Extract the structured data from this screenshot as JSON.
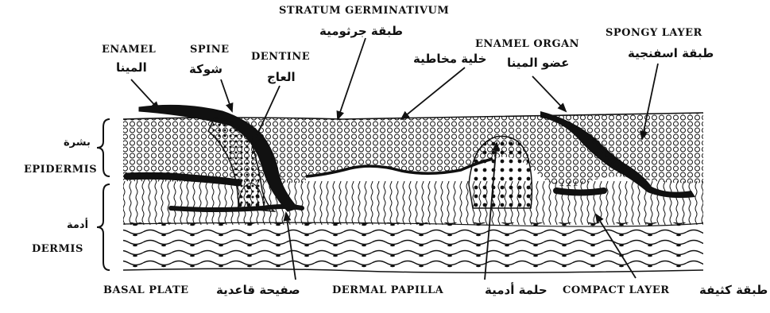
{
  "labels": {
    "stratum_germinativum": {
      "en": "STRATUM GERMINATIVUM",
      "ar": "طبقة جرثومية"
    },
    "enamel": {
      "en": "ENAMEL",
      "ar": "المينا"
    },
    "spine": {
      "en": "SPINE",
      "ar": "شوكة"
    },
    "dentine": {
      "en": "DENTINE",
      "ar": "العاج"
    },
    "mucous_cell": {
      "ar": "خلية مخاطية"
    },
    "enamel_organ": {
      "en": "ENAMEL ORGAN",
      "ar": "عضو المينا"
    },
    "spongy_layer": {
      "en": "SPONGY LAYER",
      "ar": "طبقة اسفنجية"
    },
    "epidermis": {
      "en": "EPIDERMIS",
      "ar": "بشرة"
    },
    "dermis": {
      "en": "DERMIS",
      "ar": "أدمة"
    },
    "basal_plate": {
      "en": "BASAL PLATE",
      "ar": "صفيحة قاعدية"
    },
    "dermal_papilla": {
      "en": "DERMAL PAPILLA",
      "ar": "حلمة أدمية"
    },
    "compact_layer": {
      "en": "COMPACT LAYER",
      "ar": "طبقة كثيفة"
    }
  },
  "colors": {
    "ink": "#111111",
    "paper": "#ffffff"
  }
}
